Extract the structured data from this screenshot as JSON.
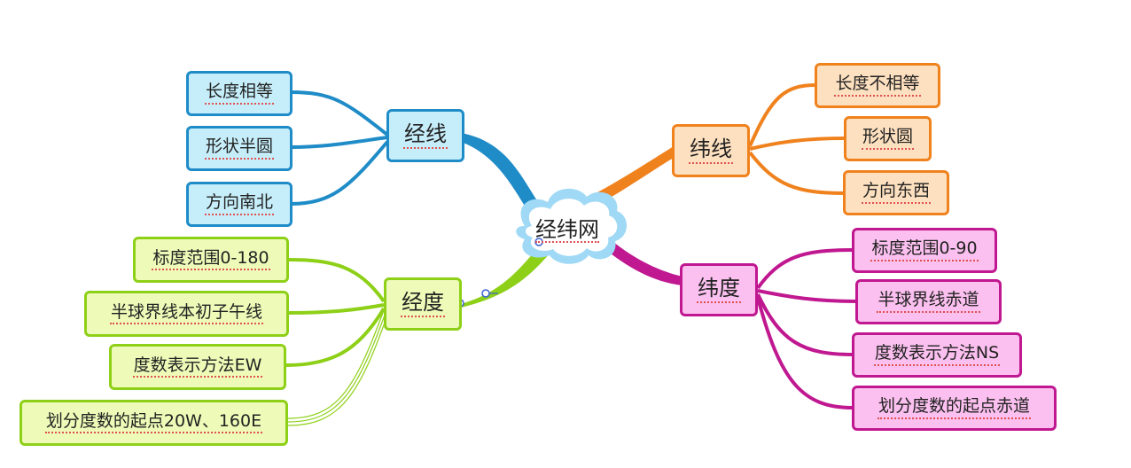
{
  "center": {
    "label": "经纬网"
  },
  "colors": {
    "blue": "#1f8cc8",
    "orange": "#f0821e",
    "green": "#8ed018",
    "pink": "#c01890"
  },
  "branches": [
    {
      "id": "jingxian",
      "label": "经线",
      "color": "blue",
      "children": [
        "长度相等",
        "形状半圆",
        "方向南北"
      ]
    },
    {
      "id": "weixian",
      "label": "纬线",
      "color": "orange",
      "children": [
        "长度不相等",
        "形状圆",
        "方向东西"
      ]
    },
    {
      "id": "jingdu",
      "label": "经度",
      "color": "green",
      "children": [
        "标度范围0-180",
        "半球界线本初子午线",
        "度数表示方法EW",
        "划分度数的起点20W、160E"
      ]
    },
    {
      "id": "weidu",
      "label": "纬度",
      "color": "pink",
      "children": [
        "标度范围0-90",
        "半球界线赤道",
        "度数表示方法NS",
        "划分度数的起点赤道"
      ]
    }
  ]
}
